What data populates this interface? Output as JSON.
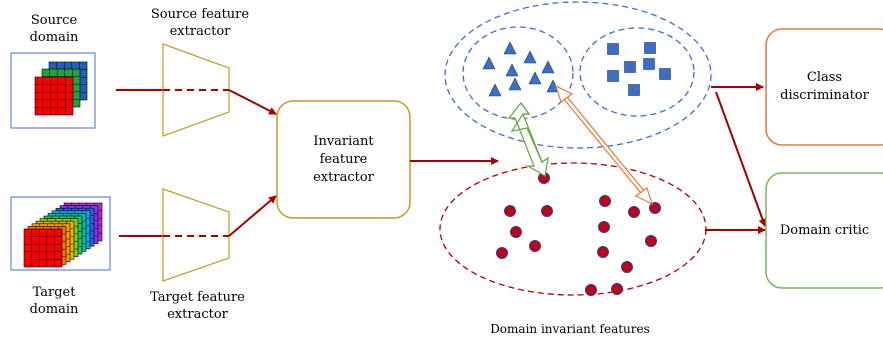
{
  "labels": {
    "source_domain": [
      "Source",
      "domain"
    ],
    "target_domain": [
      "Target",
      "domain"
    ],
    "source_extractor": [
      "Source feature",
      "extractor"
    ],
    "target_extractor": [
      "Target feature",
      "extractor"
    ],
    "invariant_extractor": [
      "Invariant",
      "feature",
      "extractor"
    ],
    "class_discriminator": [
      "Class",
      "discriminator"
    ],
    "domain_critic": "Domain critic",
    "domain_invariant_features": "Domain invariant features"
  },
  "colors": {
    "arrow": "#a50000",
    "extractor_outline": "#c49a2c",
    "invariant_box_outline": "#c49a2c",
    "class_box_outline": "#e07b39",
    "critic_box_outline": "#7ab55c",
    "source_cluster_outline": "#3d6fd0",
    "target_cluster_outline": "#b00000",
    "triangle_fill": "#3c6fc4",
    "square_fill": "#3c6fc4",
    "dot_fill": "#c0001a",
    "dot_outline": "#2a3f9c",
    "green_arrow": "#6aa84f",
    "orange_arrow": "#e07b39"
  }
}
